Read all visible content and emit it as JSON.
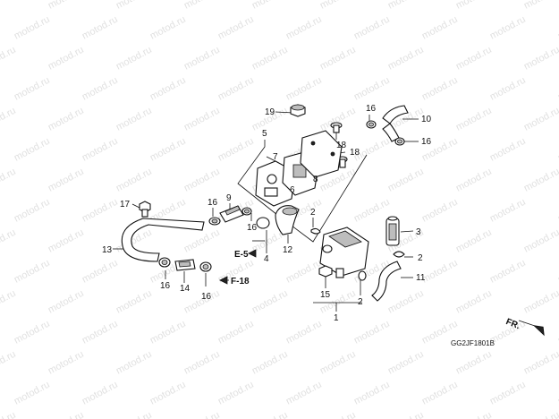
{
  "watermark_text": "motod.ru",
  "diagram_code": "GG2JF1801B",
  "front_label": "FR.",
  "reference_labels": {
    "e5": "E-5",
    "f18": "F-18"
  },
  "callouts": {
    "c1": "1",
    "c2a": "2",
    "c2b": "2",
    "c2c": "2",
    "c3": "3",
    "c4": "4",
    "c5": "5",
    "c6": "6",
    "c7": "7",
    "c8": "8",
    "c9": "9",
    "c10": "10",
    "c11": "11",
    "c12": "12",
    "c13": "13",
    "c14": "14",
    "c15": "15",
    "c16a": "16",
    "c16b": "16",
    "c16c": "16",
    "c16d": "16",
    "c16e": "16",
    "c16f": "16",
    "c17": "17",
    "c18a": "18",
    "c18b": "18",
    "c19": "19"
  }
}
